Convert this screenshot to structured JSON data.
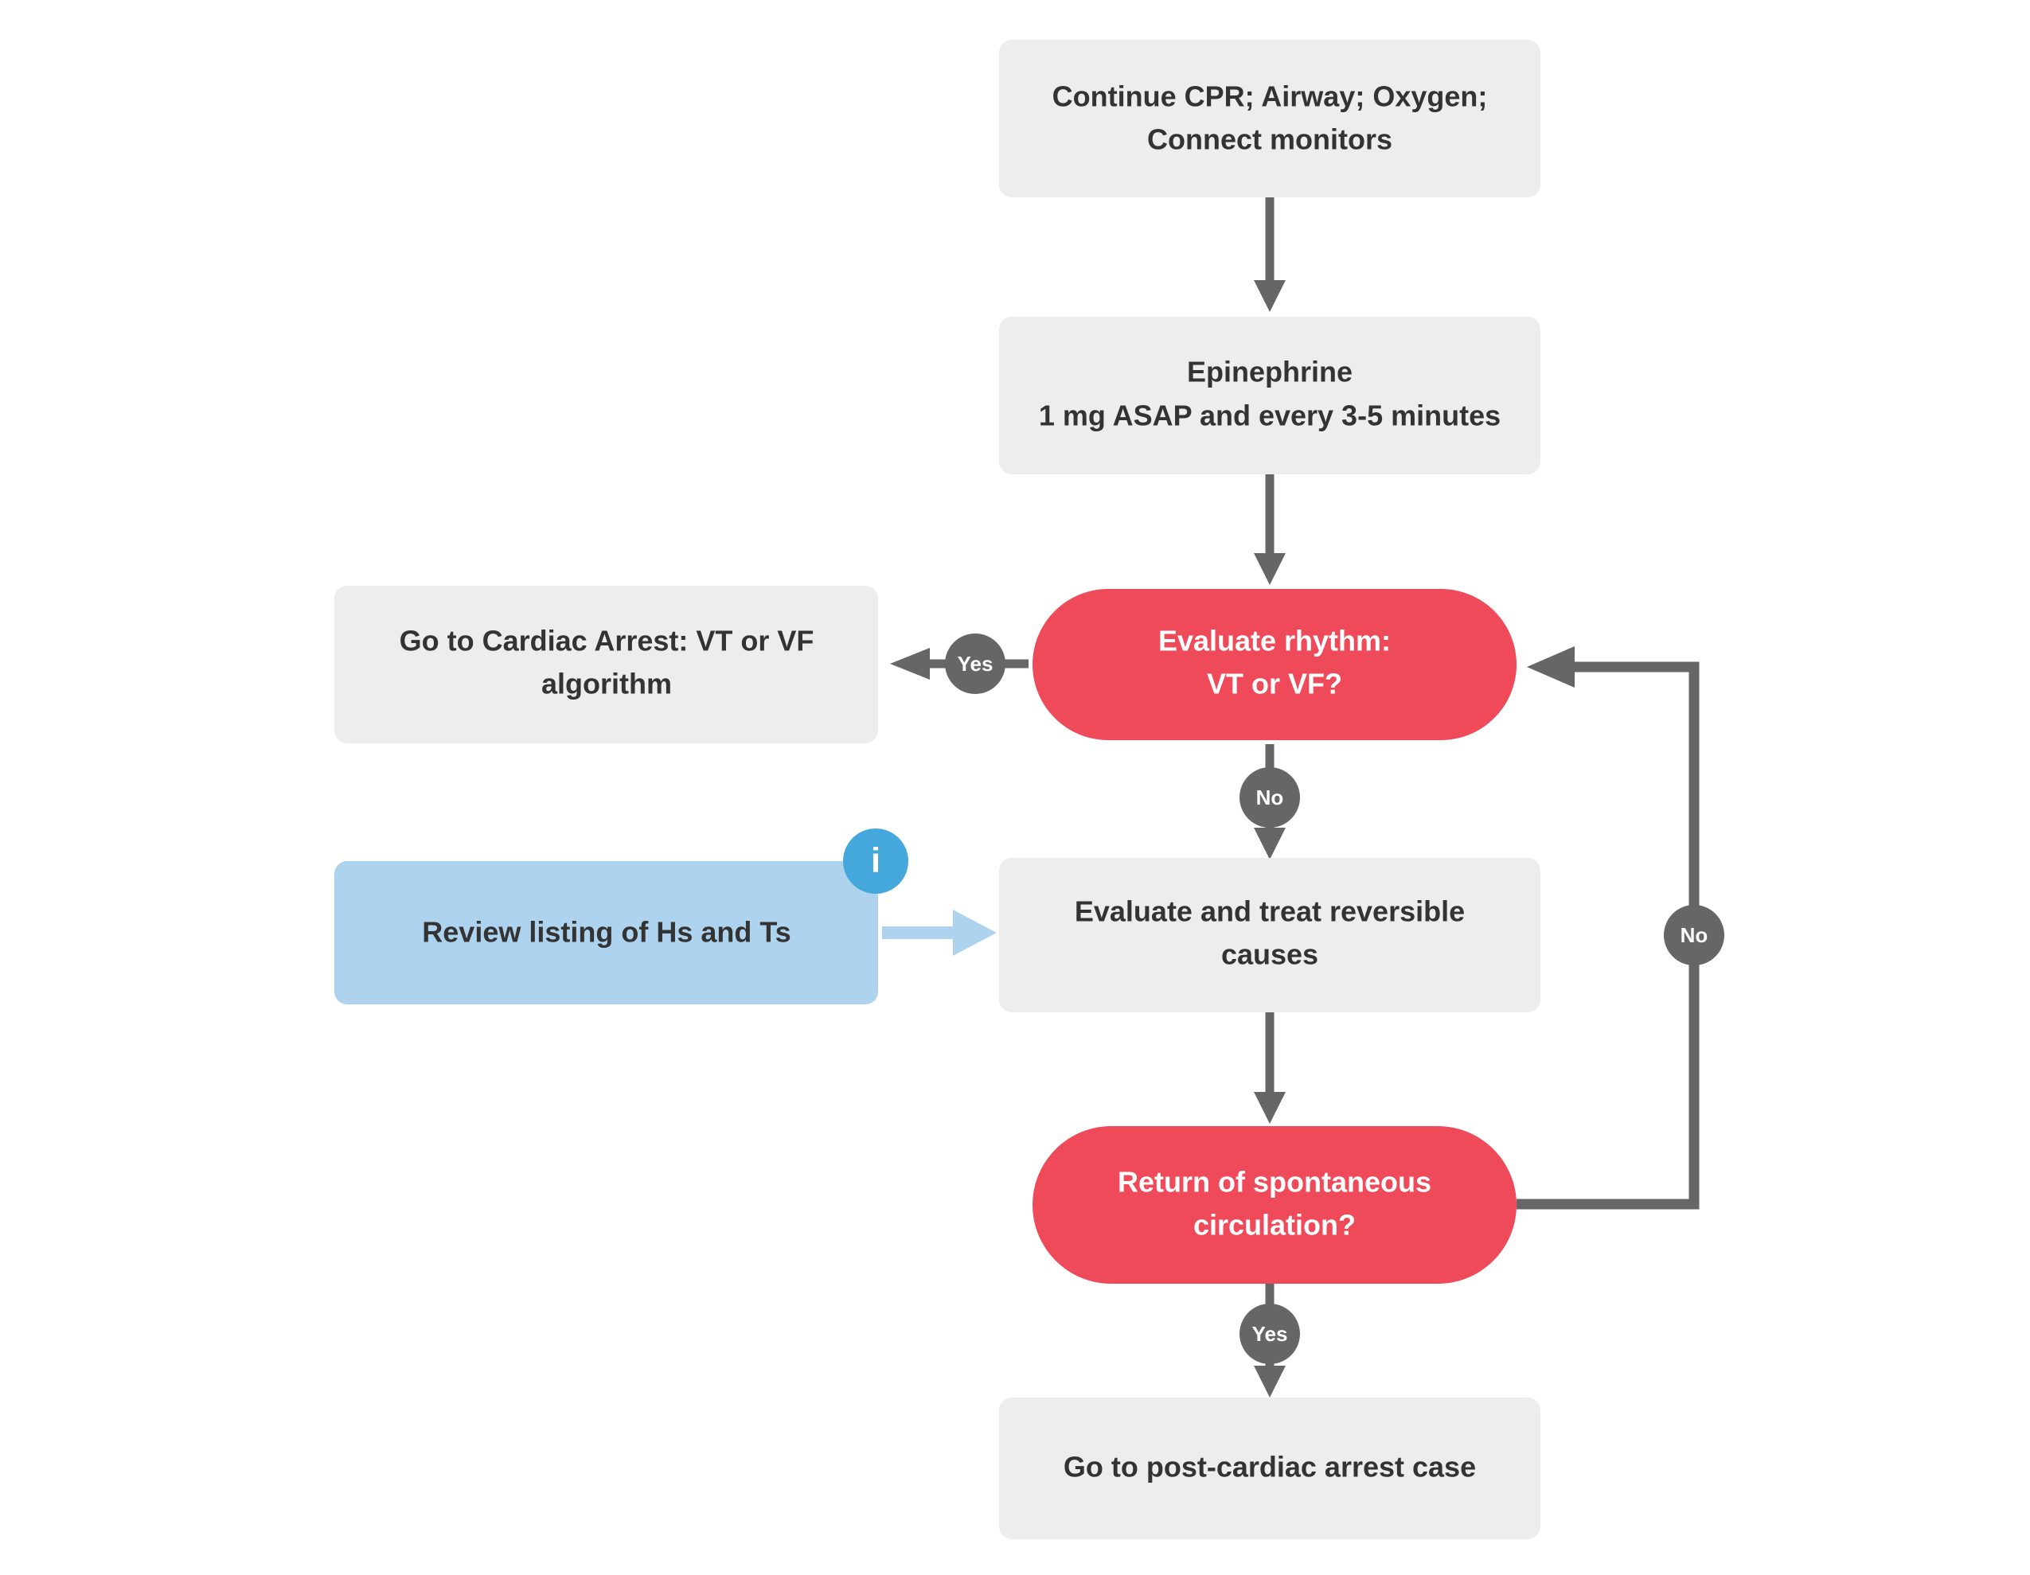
{
  "chart_data": {
    "type": "diagram",
    "diagram_kind": "flowchart",
    "title": "",
    "colors": {
      "background": "#ffffff",
      "process_fill": "#ededed",
      "process_text": "#333333",
      "decision_fill": "#ef4a5a",
      "decision_text": "#ffffff",
      "note_fill": "#aed3ef",
      "note_text": "#333333",
      "edge_gray": "#666666",
      "edge_label_fill": "#666666",
      "edge_label_text": "#ffffff",
      "note_edge": "#aed3ef",
      "info_badge": "#45a8dc",
      "info_badge_glyph": "#ffffff"
    },
    "nodes": [
      {
        "id": "start",
        "kind": "process",
        "shape": "rounded-rect",
        "lines": [
          "Continue CPR; Airway; Oxygen;",
          "Connect monitors"
        ]
      },
      {
        "id": "epinephrine",
        "kind": "process",
        "shape": "rounded-rect",
        "lines": [
          "Epinephrine",
          "1 mg ASAP and every 3-5 minutes"
        ]
      },
      {
        "id": "evaluate-rhythm",
        "kind": "decision",
        "shape": "stadium",
        "lines": [
          "Evaluate rhythm:",
          "VT or VF?"
        ]
      },
      {
        "id": "goto-vt-vf",
        "kind": "process",
        "shape": "rounded-rect",
        "lines": [
          "Go to Cardiac Arrest: VT or VF",
          "algorithm"
        ]
      },
      {
        "id": "review-hs-ts",
        "kind": "note",
        "shape": "rounded-rect",
        "lines": [
          "Review listing of Hs and Ts"
        ],
        "badge": "i"
      },
      {
        "id": "reversible-causes",
        "kind": "process",
        "shape": "rounded-rect",
        "lines": [
          "Evaluate and treat reversible",
          "causes"
        ]
      },
      {
        "id": "rosc",
        "kind": "decision",
        "shape": "stadium",
        "lines": [
          "Return of spontaneous",
          "circulation?"
        ]
      },
      {
        "id": "post-arrest",
        "kind": "process",
        "shape": "rounded-rect",
        "lines": [
          "Go to post-cardiac arrest case"
        ]
      }
    ],
    "edges": [
      {
        "from": "start",
        "to": "epinephrine",
        "label": "",
        "style": "gray"
      },
      {
        "from": "epinephrine",
        "to": "evaluate-rhythm",
        "label": "",
        "style": "gray"
      },
      {
        "from": "evaluate-rhythm",
        "to": "goto-vt-vf",
        "label": "Yes",
        "style": "gray"
      },
      {
        "from": "evaluate-rhythm",
        "to": "reversible-causes",
        "label": "No",
        "style": "gray"
      },
      {
        "from": "review-hs-ts",
        "to": "reversible-causes",
        "label": "",
        "style": "blue"
      },
      {
        "from": "reversible-causes",
        "to": "rosc",
        "label": "",
        "style": "gray"
      },
      {
        "from": "rosc",
        "to": "evaluate-rhythm",
        "label": "No",
        "style": "gray"
      },
      {
        "from": "rosc",
        "to": "post-arrest",
        "label": "Yes",
        "style": "gray"
      }
    ],
    "edge_labels": [
      "Yes",
      "No",
      "No",
      "Yes"
    ]
  },
  "nodes": {
    "start": {
      "line1": "Continue CPR; Airway; Oxygen;",
      "line2": "Connect monitors"
    },
    "epinephrine": {
      "line1": "Epinephrine",
      "line2": "1 mg ASAP and every 3-5 minutes"
    },
    "evaluate_rhythm": {
      "line1": "Evaluate rhythm:",
      "line2": "VT or VF?"
    },
    "goto_vt_vf": {
      "line1": "Go to Cardiac Arrest: VT or VF",
      "line2": "algorithm"
    },
    "review_hs_ts": {
      "line1": "Review listing of Hs and Ts",
      "badge": "i"
    },
    "reversible_causes": {
      "line1": "Evaluate and treat reversible",
      "line2": "causes"
    },
    "rosc": {
      "line1": "Return of spontaneous",
      "line2": "circulation?"
    },
    "post_arrest": {
      "line1": "Go to post-cardiac arrest case"
    }
  },
  "edge_labels": {
    "rhythm_yes": "Yes",
    "rhythm_no": "No",
    "rosc_no": "No",
    "rosc_yes": "Yes"
  }
}
